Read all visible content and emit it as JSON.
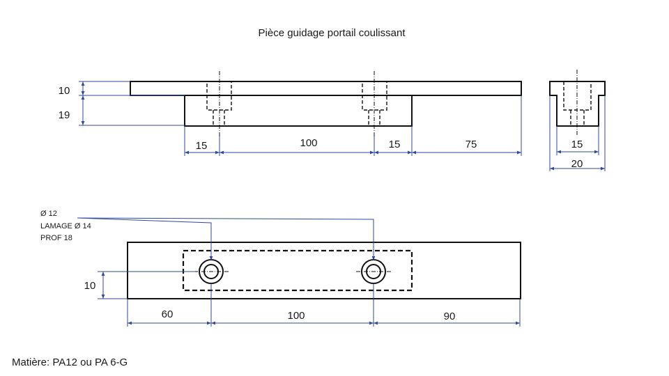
{
  "title": "Pièce guidage portail coulissant",
  "material": "Matière: PA12 ou PA 6-G",
  "colors": {
    "dimension": "#2e4a9e",
    "outline": "#111111"
  },
  "front_view": {
    "dims": {
      "top_thickness": "10",
      "body_height": "19",
      "left_offset": "15",
      "hole_spacing": "100",
      "right_offset": "15",
      "overhang": "75"
    }
  },
  "side_view": {
    "dims": {
      "inner_width": "15",
      "total_width": "20"
    }
  },
  "top_view": {
    "hole_note": [
      "Ø 12",
      "LAMAGE Ø 14",
      "PROF 18"
    ],
    "dims": {
      "hole_y": "10",
      "left": "60",
      "spacing": "100",
      "right": "90"
    }
  }
}
